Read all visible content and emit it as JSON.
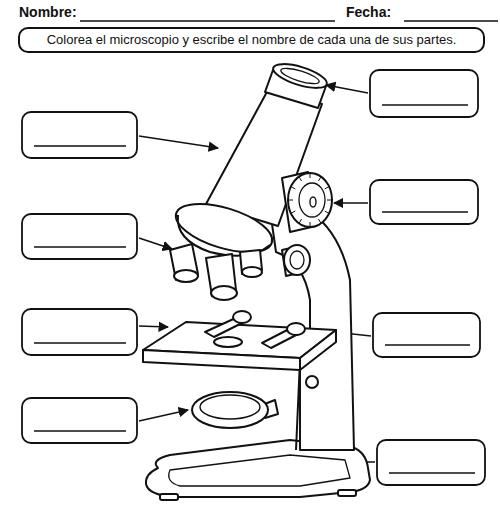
{
  "diagram": {
    "nodes": [
      {
        "text": [
          "Colorea el microscopio y escribe el nombre de cada una de sus partes."
        ]
      }
    ],
    "labels": [
      "Nombre:",
      "Fecha:"
    ]
  }
}
